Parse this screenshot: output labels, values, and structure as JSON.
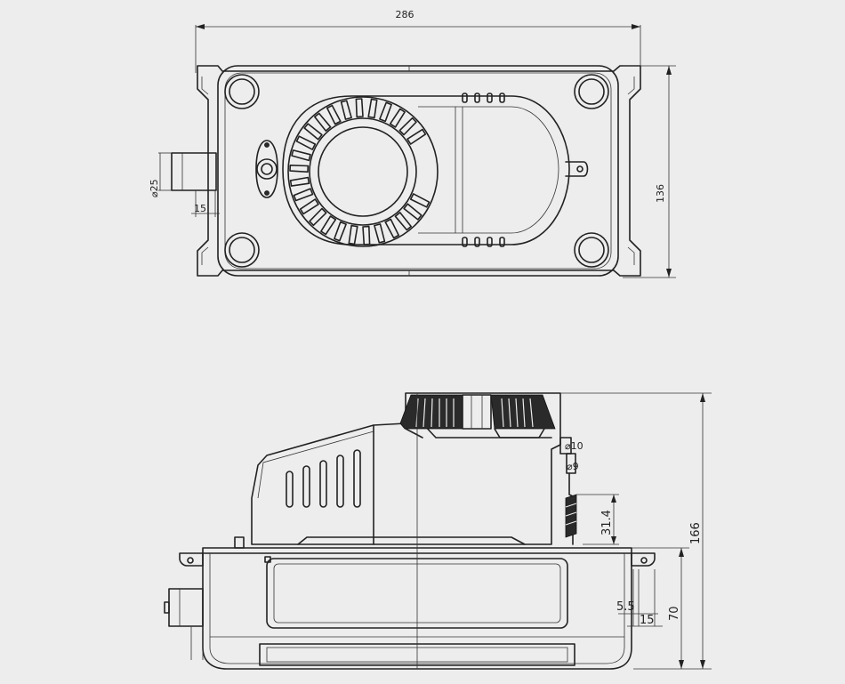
{
  "drawing": {
    "background": "#ededed",
    "line_color": "#222222",
    "top_view": {
      "overall_width": "286",
      "height": "136",
      "outlet_diameter": "25",
      "outlet_length": "15"
    },
    "side_view": {
      "tube_outer_diameter": "10",
      "tube_inner_diameter": "9",
      "nozzle_height": "31.4",
      "overall_height": "166",
      "base_height": "70",
      "bracket_offset": "5.5",
      "bracket_width": "15"
    }
  }
}
